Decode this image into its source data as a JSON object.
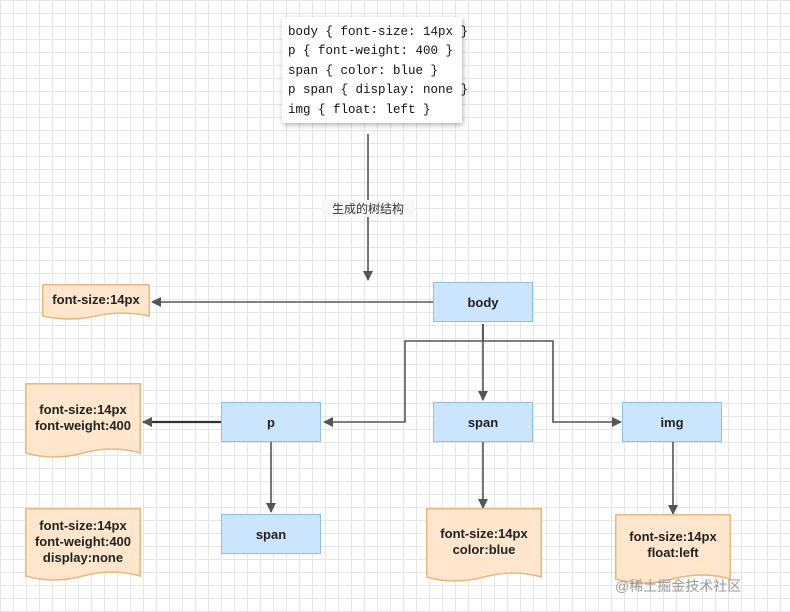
{
  "css_rules": [
    "body { font-size: 14px }",
    "p { font-weight: 400 }",
    "span { color: blue }",
    "p span { display: none }",
    "img { float: left }"
  ],
  "edge_label": "生成的树结构",
  "nodes": {
    "body": "body",
    "p": "p",
    "span_child": "span",
    "span": "span",
    "img": "img"
  },
  "styles": {
    "body": [
      "font-size:14px"
    ],
    "p": [
      "font-size:14px",
      "font-weight:400"
    ],
    "p_span": [
      "font-size:14px",
      "font-weight:400",
      "display:none"
    ],
    "span": [
      "font-size:14px",
      "color:blue"
    ],
    "img": [
      "font-size:14px",
      "float:left"
    ]
  },
  "colors": {
    "node_fill": "#cce5ff",
    "node_border": "#8fbee6",
    "doc_fill": "#ffe6cc",
    "doc_border": "#e8b87e",
    "arrow": "#555555"
  },
  "watermark": "@稀土掘金技术社区"
}
